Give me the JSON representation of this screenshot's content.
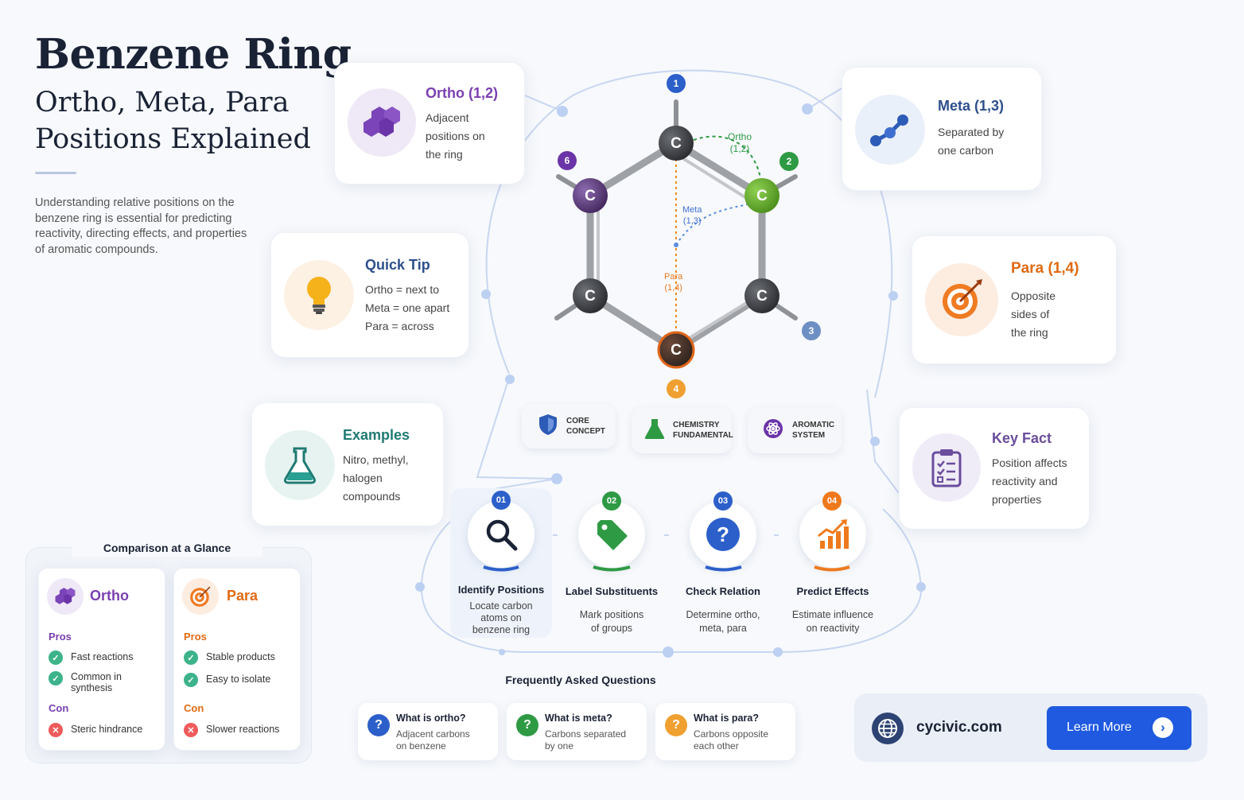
{
  "header": {
    "title": "Benzene Ring",
    "subtitle": "Ortho, Meta, Para\nPositions Explained",
    "intro": "Understanding relative positions on the benzene ring is essential for predicting reactivity, directing effects, and properties of aromatic compounds."
  },
  "cards": {
    "ortho": {
      "title": "Ortho (1,2)",
      "text": "Adjacent\npositions on\nthe ring",
      "color": "#7a3fb0"
    },
    "meta": {
      "title": "Meta (1,3)",
      "text": "Separated by\none carbon",
      "color": "#2d4f8c"
    },
    "tip": {
      "title": "Quick Tip",
      "text": "Ortho = next to\nMeta = one apart\nPara = across",
      "color": "#2d4f8c"
    },
    "para": {
      "title": "Para (1,4)",
      "text": "Opposite\nsides of\nthe ring",
      "color": "#e06a12"
    },
    "examples": {
      "title": "Examples",
      "text": "Nitro, methyl,\nhalogen\ncompounds",
      "color": "#1f7a72"
    },
    "keyfact": {
      "title": "Key Fact",
      "text": "Position affects\nreactivity and\nproperties",
      "color": "#6a4d9c"
    }
  },
  "ring": {
    "atom_label": "C",
    "positions": [
      "1",
      "2",
      "3",
      "4",
      "6"
    ],
    "ortho_label": "Ortho\n(1,2)",
    "meta_label": "Meta\n(1,3)",
    "para_label": "Para\n(1,4)"
  },
  "chips": [
    {
      "label": "CORE\nCONCEPT",
      "icon": "shield-icon"
    },
    {
      "label": "CHEMISTRY\nFUNDAMENTAL",
      "icon": "flask-icon"
    },
    {
      "label": "AROMATIC\nSYSTEM",
      "icon": "atom-icon"
    }
  ],
  "steps": [
    {
      "num": "01",
      "title": "Identify Positions",
      "desc": "Locate carbon\natoms on\nbenzene ring",
      "color": "#2c5fc9",
      "icon": "magnifier-icon"
    },
    {
      "num": "02",
      "title": "Label Substituents",
      "desc": "Mark positions\nof groups",
      "color": "#2e9a44",
      "icon": "tag-icon"
    },
    {
      "num": "03",
      "title": "Check Relation",
      "desc": "Determine ortho,\nmeta, para",
      "color": "#2c5fc9",
      "icon": "question-icon"
    },
    {
      "num": "04",
      "title": "Predict Effects",
      "desc": "Estimate influence\non reactivity",
      "color": "#ee7a1c",
      "icon": "trend-up-icon"
    }
  ],
  "comparison": {
    "title": "Comparison at a Glance",
    "ortho": {
      "name": "Ortho",
      "pros_label": "Pros",
      "pros": [
        "Fast reactions",
        "Common in\nsynthesis"
      ],
      "con_label": "Con",
      "cons": [
        "Steric hindrance"
      ]
    },
    "para": {
      "name": "Para",
      "pros_label": "Pros",
      "pros": [
        "Stable products",
        "Easy to isolate"
      ],
      "con_label": "Con",
      "cons": [
        "Slower reactions"
      ]
    }
  },
  "faq": {
    "title": "Frequently Asked Questions",
    "items": [
      {
        "q": "What is ortho?",
        "a": "Adjacent carbons\non benzene",
        "color": "#2c5fc9"
      },
      {
        "q": "What is meta?",
        "a": "Carbons separated\nby one",
        "color": "#2e9a44"
      },
      {
        "q": "What is para?",
        "a": "Carbons opposite\neach other",
        "color": "#f0a030"
      }
    ]
  },
  "footer": {
    "site": "cycivic.com",
    "cta": "Learn More"
  }
}
